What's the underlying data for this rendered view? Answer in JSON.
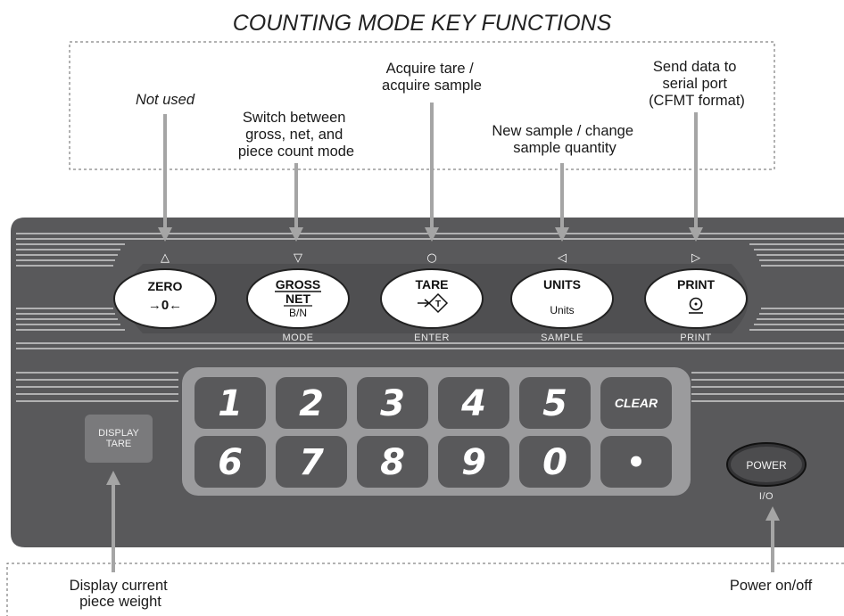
{
  "title": "COUNTING MODE KEY FUNCTIONS",
  "annotations": {
    "zero": "Not used",
    "mode": [
      "Switch between",
      "gross, net, and",
      "piece count mode"
    ],
    "tare": [
      "Acquire tare /",
      "acquire sample"
    ],
    "units": [
      "New sample / change",
      "sample quantity"
    ],
    "print": [
      "Send data to",
      "serial port",
      "(CFMT format)"
    ],
    "display_tare": [
      "Display current",
      "piece weight"
    ],
    "power": "Power on/off"
  },
  "function_keys": [
    {
      "id": "zero",
      "label": "ZERO",
      "symbol": "→0←",
      "sub": "",
      "under": "",
      "arrow": "△"
    },
    {
      "id": "gross-net",
      "label": "GROSS",
      "label2": "NET",
      "sub": "B/N",
      "under": "MODE",
      "arrow": "▽"
    },
    {
      "id": "tare",
      "label": "TARE",
      "symbol": "T",
      "sub": "",
      "under": "ENTER",
      "arrow": "○"
    },
    {
      "id": "units",
      "label": "UNITS",
      "sub": "Units",
      "under": "SAMPLE",
      "arrow": "◁"
    },
    {
      "id": "print",
      "label": "PRINT",
      "sub": "",
      "under": "PRINT",
      "arrow": "▷"
    }
  ],
  "keypad": {
    "row1": [
      "1",
      "2",
      "3",
      "4",
      "5",
      "CLEAR"
    ],
    "row2": [
      "6",
      "7",
      "8",
      "9",
      "0",
      "•"
    ]
  },
  "display_tare": {
    "line1": "DISPLAY",
    "line2": "TARE"
  },
  "power": {
    "label": "POWER",
    "under": "I/O"
  },
  "colors": {
    "panel": "#59595b",
    "key": "#6c6c6e",
    "keypad_bg": "#9b9b9d",
    "arrow": "#a8a8a8"
  }
}
